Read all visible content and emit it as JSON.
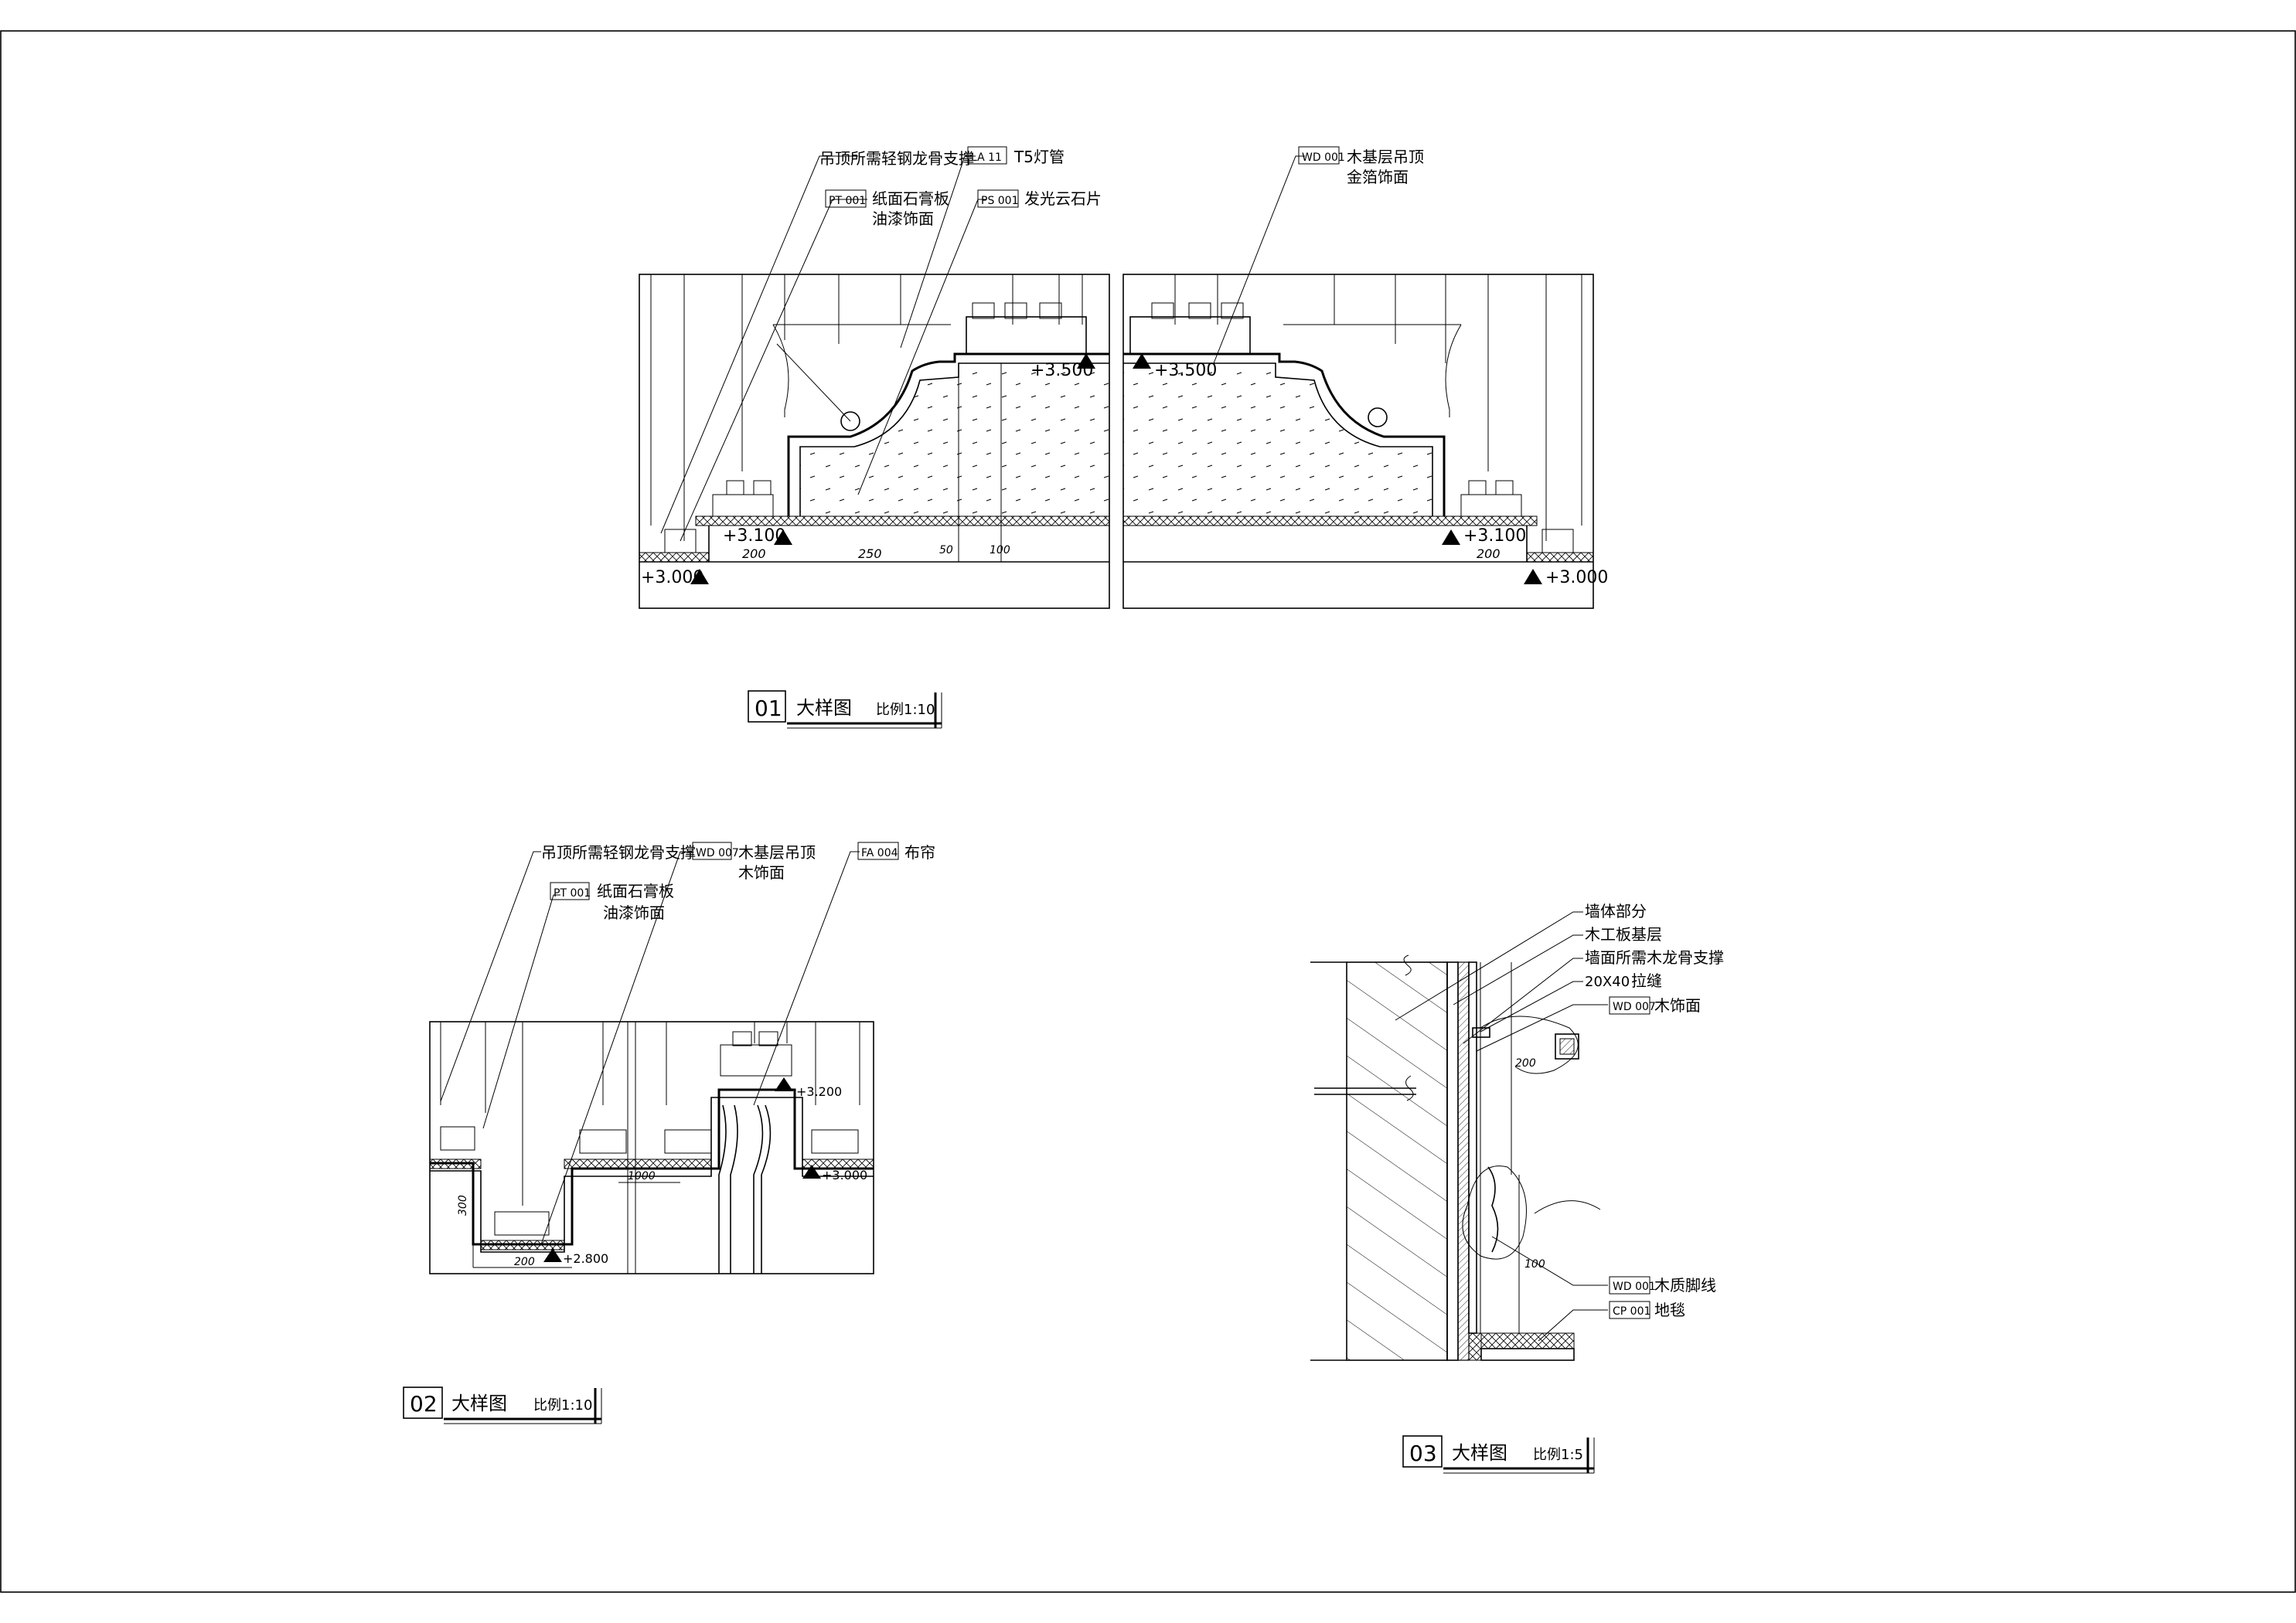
{
  "drawing": {
    "detail01": {
      "number": "01",
      "title": "大样图",
      "scale": "比例1:10",
      "callouts": {
        "support": "吊顶所需轻钢龙骨支撑",
        "gypsum_code": "PT 001",
        "gypsum_line1": "纸面石膏板",
        "gypsum_line2": "油漆饰面",
        "lamp_code": "LA 11",
        "lamp": "T5灯管",
        "stone_code": "PS 001",
        "stone": "发光云石片",
        "wood_code": "WD 001",
        "wood_line1": "木基层吊顶",
        "wood_line2": "金箔饰面"
      },
      "levels": {
        "l3500": "+3.500",
        "l3100": "+3.100",
        "l3000": "+3.000"
      },
      "dims": {
        "d200": "200",
        "d250": "250",
        "d50": "50",
        "d100": "100"
      }
    },
    "detail02": {
      "number": "02",
      "title": "大样图",
      "scale": "比例1:10",
      "callouts": {
        "support": "吊顶所需轻钢龙骨支撑",
        "gypsum_code": "PT 001",
        "gypsum_line1": "纸面石膏板",
        "gypsum_line2": "油漆饰面",
        "wood_code": "WD 007",
        "wood_line1": "木基层吊顶",
        "wood_line2": "木饰面",
        "curtain_code": "FA 004",
        "curtain": "布帘"
      },
      "levels": {
        "l3200": "+3.200",
        "l3000": "+3.000",
        "l2800": "+2.800"
      },
      "dims": {
        "d200": "200",
        "d300": "300",
        "d1000": "1000"
      }
    },
    "detail03": {
      "number": "03",
      "title": "大样图",
      "scale": "比例1:5",
      "callouts": {
        "wall": "墙体部分",
        "board": "木工板基层",
        "keel": "墙面所需木龙骨支撑",
        "gap_code": "20X40",
        "gap": "拉缝",
        "finish_code": "WD 007",
        "finish": "木饰面",
        "skirting_code": "WD 001",
        "skirting": "木质脚线",
        "carpet_code": "CP 001",
        "carpet": "地毯"
      },
      "dims": {
        "d200": "200",
        "d100": "100"
      }
    }
  }
}
